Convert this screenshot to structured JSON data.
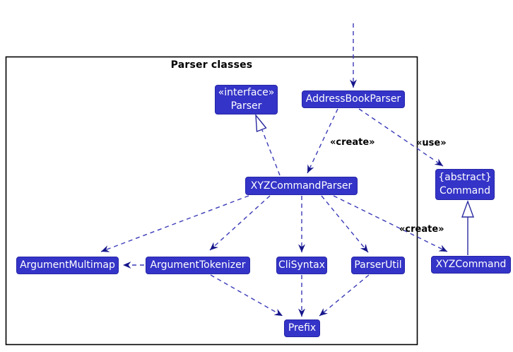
{
  "diagram": {
    "title": "Parser classes"
  },
  "nodes": {
    "parser": {
      "stereotype": "«interface»",
      "name": "Parser"
    },
    "address_book_parser": {
      "name": "AddressBookParser"
    },
    "xyz_command_parser": {
      "name": "XYZCommandParser"
    },
    "command": {
      "stereotype": "{abstract}",
      "name": "Command"
    },
    "argument_multimap": {
      "name": "ArgumentMultimap"
    },
    "argument_tokenizer": {
      "name": "ArgumentTokenizer"
    },
    "cli_syntax": {
      "name": "CliSyntax"
    },
    "parser_util": {
      "name": "ParserUtil"
    },
    "xyz_command": {
      "name": "XYZCommand"
    },
    "prefix": {
      "name": "Prefix"
    }
  },
  "edge_labels": {
    "abp_creates_xcp": "«create»",
    "abp_uses_command": "«use»",
    "xcp_creates_command": "«create»"
  },
  "colors": {
    "node_fill": "#3434C8",
    "node_border": "#2626A8",
    "node_text": "#FFFFFF",
    "edge_line": "#3A3AB8",
    "arrowhead": "#15158A",
    "frame_border": "#000000",
    "label_text": "#000000"
  }
}
